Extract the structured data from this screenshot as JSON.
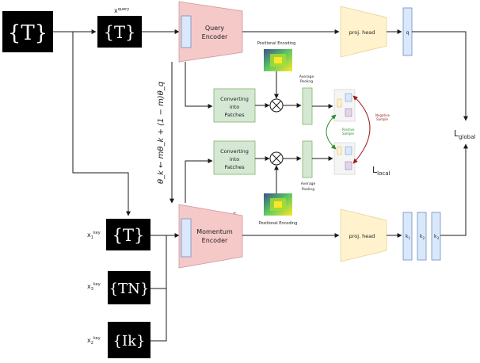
{
  "inputs": {
    "x_label": "",
    "x_query_label": "x",
    "x_query_sup": "query",
    "x1_label": "x",
    "x1_sub": "1",
    "x1_sup": "key",
    "x2_label": "x",
    "x2_sub": "3",
    "x2_sup": "key",
    "x3_label": "x",
    "x3_sub": "2",
    "x3_sup": "key",
    "glyph_t": "{T}",
    "glyph_tn": "{TN}",
    "glyph_tk": "{Ik}"
  },
  "encoders": {
    "query_line1": "Query",
    "query_line2": "Encoder",
    "momentum_line1": "Momentum",
    "momentum_line2": "Encoder"
  },
  "update_rule": "θ_k ← mθ_k + (1 − m)θ_q",
  "patches": {
    "top_line1": "Converting",
    "top_line2": "into",
    "top_line3": "Patches",
    "bot_line1": "Converting",
    "bot_line2": "into",
    "bot_line3": "Patches"
  },
  "positional_encoding_top": "Positional Encoding",
  "positional_encoding_bottom": "Positional Encoding",
  "average_pooling_top_1": "Average",
  "average_pooling_top_2": "Pooling",
  "average_pooling_bot_1": "Average",
  "average_pooling_bot_2": "Pooling",
  "proj_head_top": "proj. head",
  "proj_head_bottom": "proj. head",
  "vectors": {
    "q": "q",
    "k1": "k",
    "k1_sub": "1",
    "k2": "k",
    "k2_sub": "2",
    "k3": "k",
    "k3_sub": "3"
  },
  "samples": {
    "negative_1": "Negative",
    "negative_2": "Sample",
    "positive_1": "Positive",
    "positive_2": "Sample"
  },
  "losses": {
    "local_L": "L",
    "local_sub": "local",
    "global_L": "L",
    "global_sub": "global"
  },
  "colors": {
    "encoder_fill": "#f6c9c9",
    "vector_fill": "#dae8fc",
    "patch_fill": "#d5e8d4",
    "head_fill": "#fff2cc",
    "negative": "#9e1a1a",
    "positive": "#2e8b2e"
  }
}
